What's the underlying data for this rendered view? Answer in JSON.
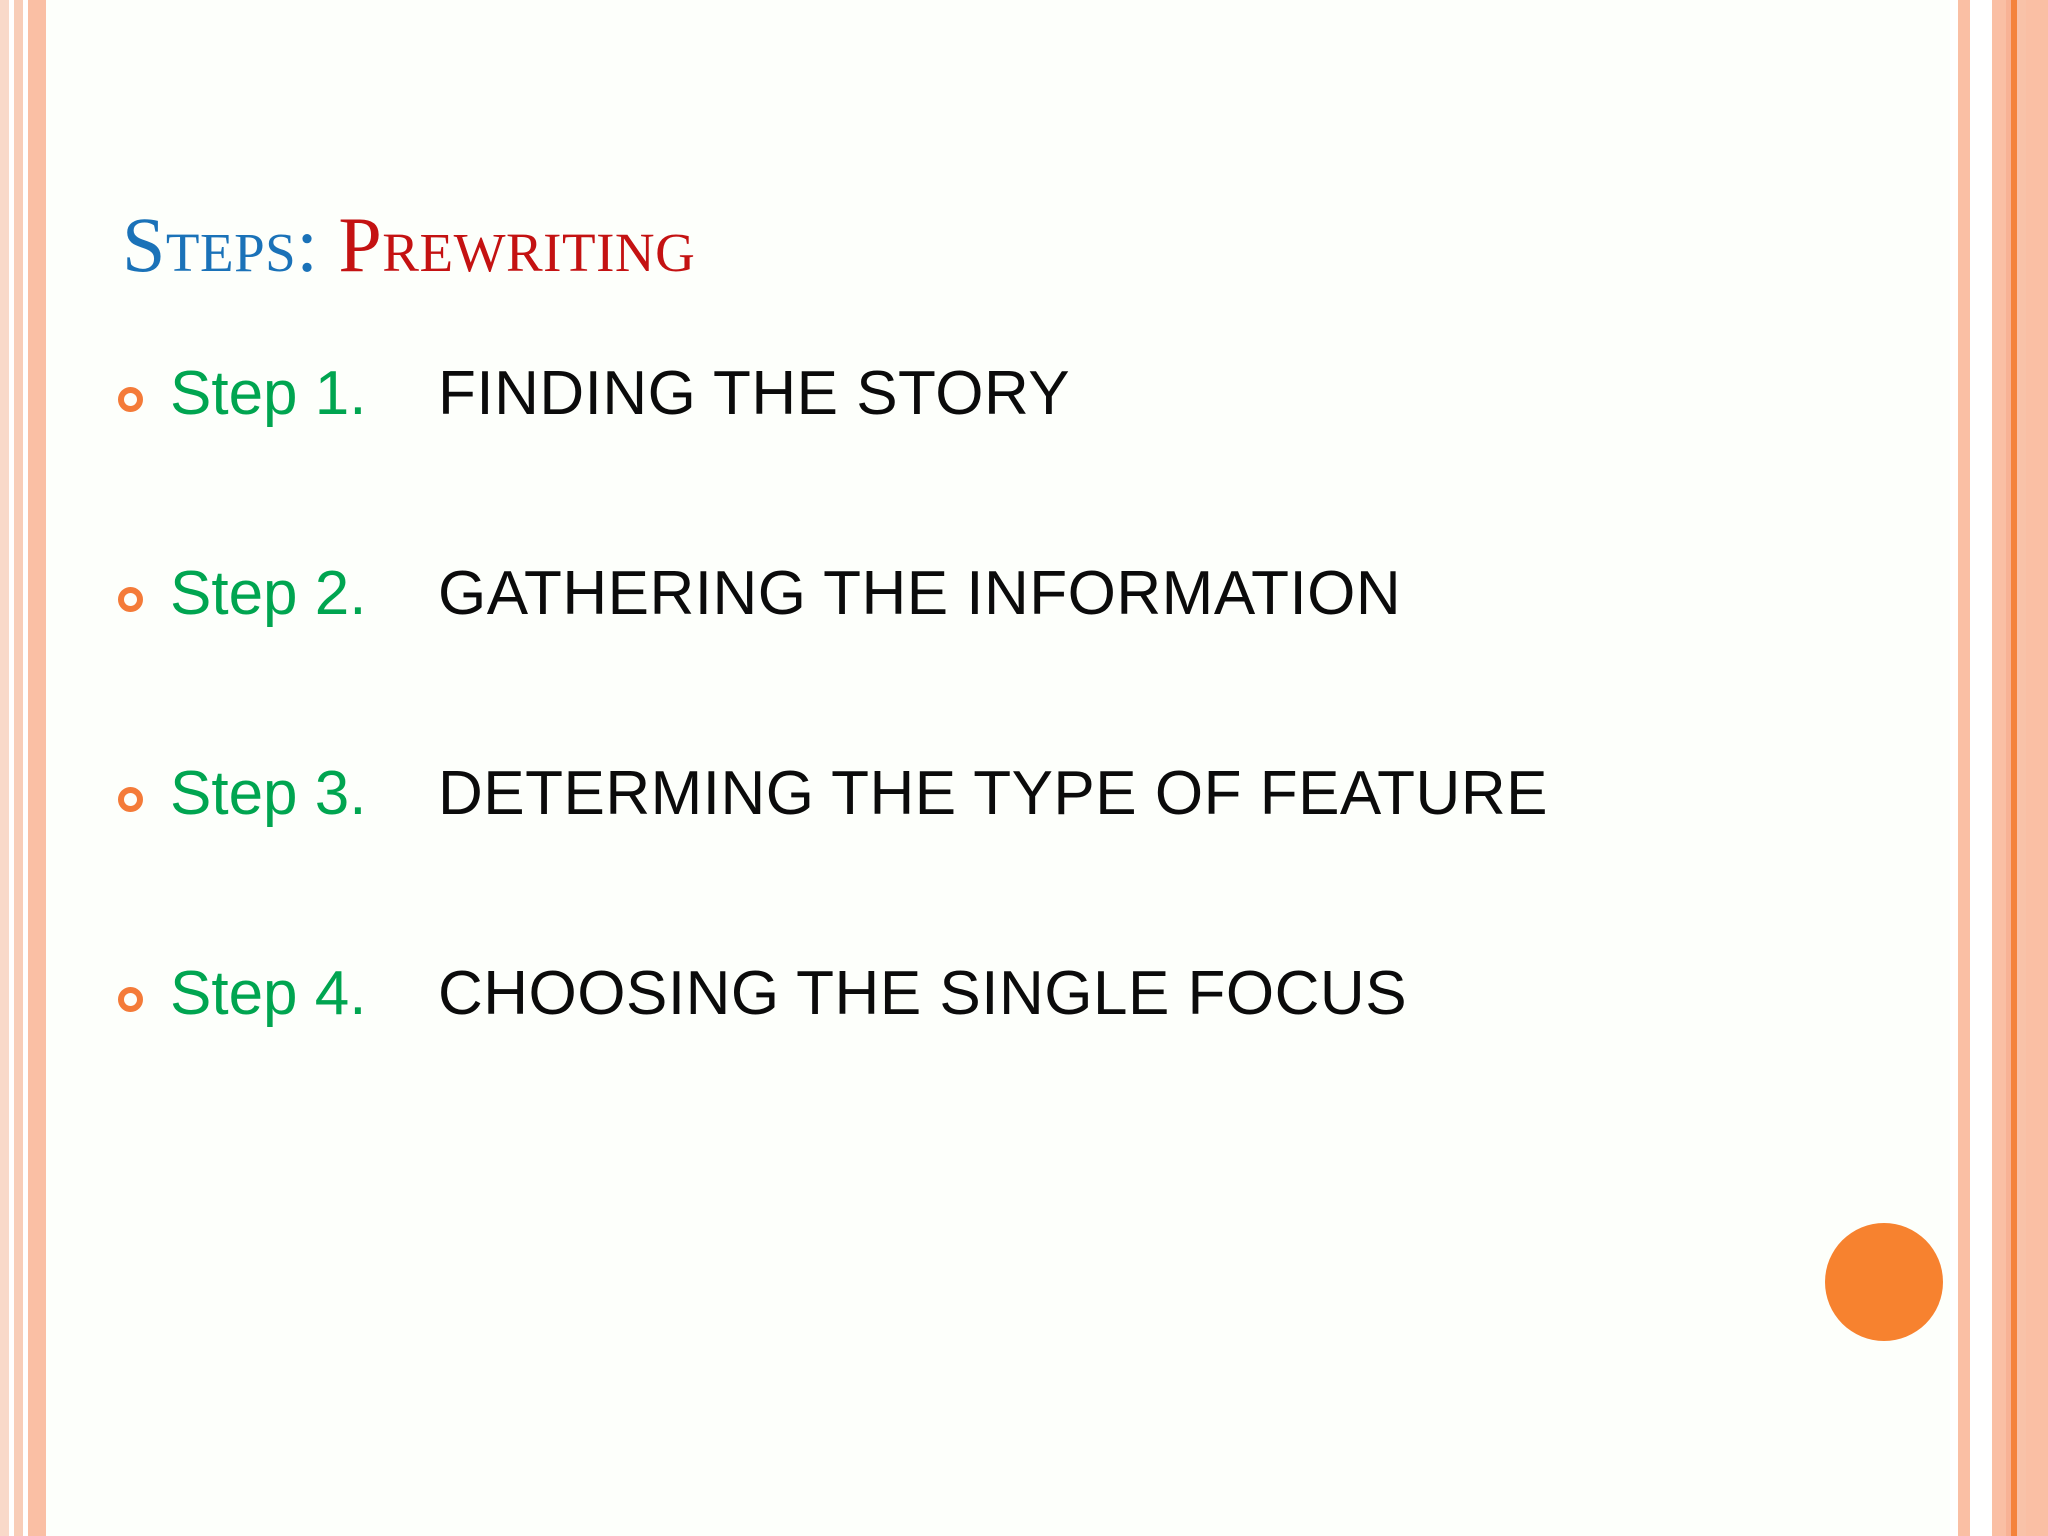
{
  "slide": {
    "title": {
      "prefix": "Steps:",
      "topic": "Prewriting"
    },
    "bullets": [
      {
        "marker": "ring-bullet-icon",
        "step": "Step 1.",
        "text": "FINDING THE STORY"
      },
      {
        "marker": "ring-bullet-icon",
        "step": "Step 2.",
        "text": "GATHERING THE INFORMATION"
      },
      {
        "marker": "ring-bullet-icon",
        "step": "Step 3.",
        "text": "DETERMING THE TYPE OF FEATURE"
      },
      {
        "marker": "ring-bullet-icon",
        "step": "Step 4.",
        "text": "CHOOSING THE SINGLE FOCUS"
      }
    ],
    "decor": {
      "accent_dot": "orange-circle-decoration",
      "left_border": "peach-stripe-border",
      "right_border": "peach-stripe-border"
    },
    "colors": {
      "title_prefix": "#1a72b8",
      "title_topic": "#c41212",
      "step_label": "#00a550",
      "bullet_marker": "#f47b39",
      "body_text": "#0b0b0b",
      "accent_dot": "#f7822f",
      "background": "#fdfffb",
      "border_peach": "#fabfa4",
      "border_orange_line": "#f4833c"
    }
  }
}
